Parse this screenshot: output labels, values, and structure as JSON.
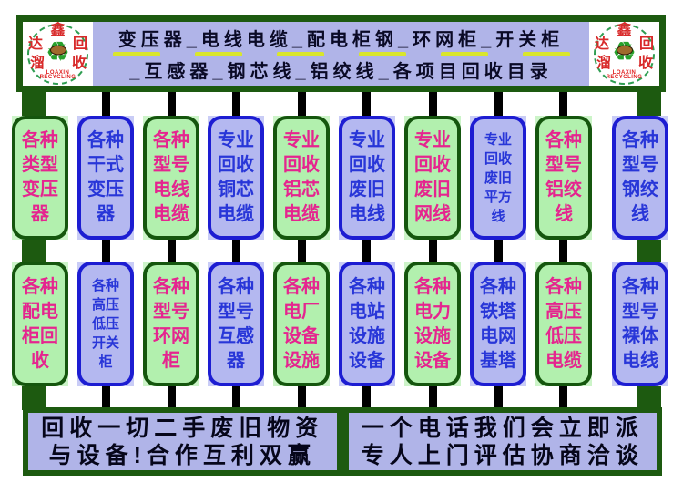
{
  "colors": {
    "frame_green": "#1d5a10",
    "header_bg": "#b0b4e8",
    "header_text": "#0a0a26",
    "separator_yellow": "#d9e62c",
    "green_pill_fill": "#b2f0ae",
    "green_pill_halo": "#ccf4c8",
    "green_pill_border": "#15560e",
    "magenta_text": "#e5258f",
    "blue_pill_fill": "#b4b8f0",
    "blue_pill_halo": "#c9ccf6",
    "blue_pill_border": "#1d1dd2",
    "blue_text": "#2836d8",
    "stem_black": "#000000",
    "logo_red": "#d82a2a",
    "logo_green": "#28a02c"
  },
  "header": {
    "line1": "变压器_电线电缆_配电柜钢_环网柜_开关柜",
    "line2": "_互感器_钢芯线_铝绞线_各项目回收目录"
  },
  "logo": {
    "char_top": "鑫",
    "char_left": "达",
    "char_right": "回",
    "char_bottom_left": "溜",
    "char_bottom_right": "收",
    "recycle_glyph": "♻",
    "name_line1": "LOAXIN",
    "name_line2": "RECYCLING"
  },
  "grid": {
    "row1": [
      {
        "variant": "green",
        "lines": [
          "各种",
          "类型",
          "变压",
          "器"
        ]
      },
      {
        "variant": "blue",
        "lines": [
          "各种",
          "干式",
          "变压",
          "器"
        ]
      },
      {
        "variant": "green",
        "lines": [
          "各种",
          "型号",
          "电线",
          "电缆"
        ]
      },
      {
        "variant": "blue",
        "lines": [
          "专业",
          "回收",
          "铜芯",
          "电缆"
        ]
      },
      {
        "variant": "green",
        "lines": [
          "专业",
          "回收",
          "铝芯",
          "电缆"
        ]
      },
      {
        "variant": "blue",
        "lines": [
          "专业",
          "回收",
          "废旧",
          "电线"
        ]
      },
      {
        "variant": "green",
        "lines": [
          "专业",
          "回收",
          "废旧",
          "网线"
        ]
      },
      {
        "variant": "blue",
        "lines": [
          "专业",
          "回收",
          "废旧",
          "平方",
          "线"
        ]
      },
      {
        "variant": "green",
        "lines": [
          "各种",
          "型号",
          "铝绞",
          "线"
        ]
      },
      {
        "variant": "blue",
        "lines": [
          "各种",
          "型号",
          "钢绞",
          "线"
        ]
      }
    ],
    "row2": [
      {
        "variant": "green",
        "lines": [
          "各种",
          "配电",
          "柜回",
          "收"
        ]
      },
      {
        "variant": "blue",
        "lines": [
          "各种",
          "高压",
          "低压",
          "开关",
          "柜"
        ]
      },
      {
        "variant": "green",
        "lines": [
          "各种",
          "型号",
          "环网",
          "柜"
        ]
      },
      {
        "variant": "blue",
        "lines": [
          "各种",
          "型号",
          "互感",
          "器"
        ]
      },
      {
        "variant": "green",
        "lines": [
          "各种",
          "电厂",
          "设备",
          "设施"
        ]
      },
      {
        "variant": "blue",
        "lines": [
          "各种",
          "电站",
          "设施",
          "设备"
        ]
      },
      {
        "variant": "green",
        "lines": [
          "各种",
          "电力",
          "设施",
          "设备"
        ]
      },
      {
        "variant": "blue",
        "lines": [
          "各种",
          "铁塔",
          "电网",
          "基塔"
        ]
      },
      {
        "variant": "green",
        "lines": [
          "各种",
          "高压",
          "低压",
          "电缆"
        ]
      },
      {
        "variant": "blue",
        "lines": [
          "各种",
          "型号",
          "裸体",
          "电线"
        ]
      }
    ]
  },
  "footer": {
    "left_line1": "回收一切二手废旧物资",
    "left_line2": "与设备!合作互利双赢",
    "right_line1": "一个电话我们会立即派",
    "right_line2": "专人上门评估协商洽谈"
  }
}
